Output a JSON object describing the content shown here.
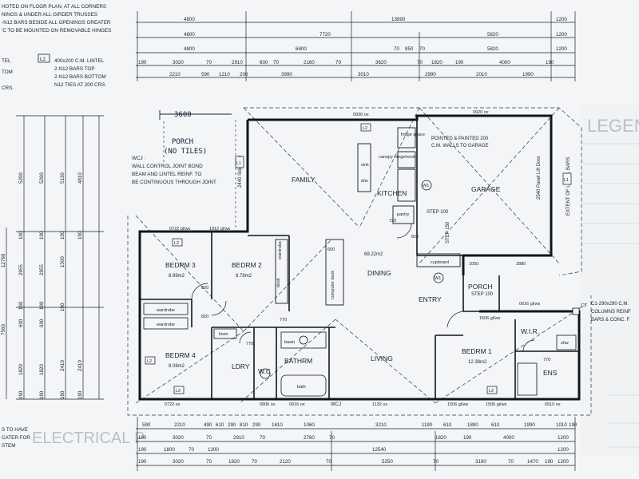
{
  "notes": {
    "top_left": [
      "HOTED ON FLOOR PLAN, AT ALL CORNERS",
      "NINGS & UNDER ALL GIRDER TRUSSES",
      "-N12 BARS BESIDE ALL OPENINGS GREATER",
      "'C TO BE MOUNTED ON REMOVABLE HINGES"
    ],
    "lintel_key": [
      "TEL",
      "TOM",
      "CRS."
    ],
    "lintel_code": "L2",
    "lintel_text": [
      "400x200 C.M. LINTEL",
      "2-N12 BARS TOP",
      "2-N12 BARS BOTTOM",
      "N12 TIES AT 200 CRS."
    ],
    "wall_control": [
      "WCJ :",
      "WALL CONTROL JOINT BOND",
      "BEAM AND LINTEL REINF. TO",
      "BE CONTINUOUS THROUGH JOINT"
    ],
    "porch_hand": [
      "PORCH",
      "(NO TILES)"
    ],
    "hand_dim": "3600",
    "garage_note": [
      "POINTED & PAINTED 200",
      "C.M. WALLS TO GARAGE"
    ],
    "column_note": [
      "C1-290x290 C.M.",
      "COLUMNS REINF",
      "BARS & CONC. F"
    ],
    "bottom_left": [
      "S TO HAVE",
      "CATER FOR",
      "STEM"
    ],
    "electrical": "ELECTRICAL P",
    "legend": "LEGEN",
    "lintel_extent": "EXTENT OF LINTEL BARS"
  },
  "rooms": {
    "family": "FAMILY",
    "kitchen": "KITCHEN",
    "garage": "GARAGE",
    "dining": "DINING",
    "entry": "ENTRY",
    "living": "LIVING",
    "bed1": "BEDRM 1",
    "bed1_area": "12.38m2",
    "bed2": "BEDRM 2",
    "bed2_area": "8.78m2",
    "bed3": "BEDRM 3",
    "bed3_area": "8.99m2",
    "bed4": "BEDRM 4",
    "bed4_area": "9.08m2",
    "bath": "BATHRM",
    "wc": "W.C",
    "ldry": "LDRY",
    "wir": "W.I.R.",
    "ens": "ENS",
    "porch": "PORCH",
    "area_main": "69.22m2"
  },
  "fixtures": {
    "fridge": "fridge space",
    "canopy": "canopy rangehood",
    "sink": "sink",
    "dw": "d/w",
    "pantry": "pantry",
    "wardrobe": "wardrobe",
    "desk": "desk",
    "computer_desk": "computer desk",
    "linen": "linen",
    "bath": "bath",
    "shower": "shw",
    "basin": "basin",
    "cupboard": "cupboard",
    "step_100": "STEP 100",
    "step_150": "STEP 150",
    "w1": "W1",
    "c1": "C1",
    "l1": "L1",
    "l2": "L2",
    "wcj": "WCJ",
    "panel_lift_door": "2540 Panel Lift Door",
    "sliding_door": "2440 Sldg/door"
  },
  "dims_top": {
    "row1": [
      "4800",
      "13990",
      "1200"
    ],
    "row2": [
      "4800",
      "7720",
      "5820",
      "1200"
    ],
    "row3": [
      "4800",
      "6800",
      "70",
      "850",
      "70",
      "5820",
      "1200"
    ],
    "row4": [
      "190",
      "3020",
      "70",
      "2910",
      "600",
      "70",
      "2160",
      "70",
      "3620",
      "70",
      "1820",
      "190",
      "4000",
      "190"
    ],
    "row5": [
      "2210",
      "590",
      "1210",
      "200",
      "3990",
      "3010",
      "2990",
      "2010",
      "1990"
    ]
  },
  "dims_bottom": {
    "row1": [
      "590",
      "2210",
      "490",
      "610",
      "290",
      "810",
      "290",
      "1610",
      "1060",
      "3210",
      "1190",
      "610",
      "1890",
      "610",
      "1990",
      "1010",
      "190"
    ],
    "row2": [
      "190",
      "3020",
      "70",
      "2910",
      "70",
      "2760",
      "70",
      "1820",
      "190",
      "4000",
      "1200"
    ],
    "row3": [
      "190",
      "1800",
      "70",
      "1200",
      "12540",
      "1200"
    ],
    "row4": [
      "190",
      "3020",
      "70",
      "1820",
      "70",
      "2120",
      "70",
      "5250",
      "70",
      "3190",
      "70",
      "1470",
      "190",
      "1200"
    ]
  },
  "dims_left": {
    "col_a": [
      "5200",
      "190",
      "2955",
      "190",
      "600",
      "1820",
      "190"
    ],
    "col_b": [
      "5200",
      "190",
      "2955",
      "190",
      "600",
      "1820",
      "190"
    ],
    "col_c": [
      "5130",
      "190",
      "1500",
      "190",
      "2410",
      "190"
    ],
    "col_d": [
      "4810",
      "190",
      "2410",
      "190"
    ],
    "overall": [
      "12790",
      "7560"
    ]
  },
  "openings": {
    "o1": "0722 gl/ws",
    "o2": "1912 gl/ws",
    "o3": "0930 ox",
    "o4": "0920 ox",
    "o5": "0722 ox",
    "o6": "0916 ox",
    "o7": "0906 ox",
    "o8": "1132 ox",
    "o9": "1506 gl/ws",
    "o10": "1506 gl/ws",
    "o11": "0910 ox",
    "o12": "1506 gl/ws",
    "o13": "0616 gl/ws",
    "d_820a": "820",
    "d_820b": "820",
    "d_770": "770",
    "d_720": "720",
    "d_1050": "1050",
    "d_2880": "2880",
    "d_600": "600"
  }
}
